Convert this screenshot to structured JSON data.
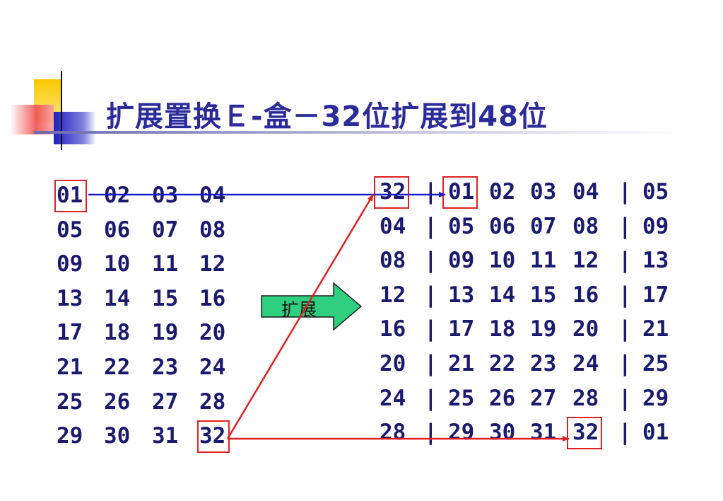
{
  "title": "扩展置换Ｅ-盒－32位扩展到48位",
  "expand_label": "扩展",
  "separator": "|",
  "left_rows": [
    [
      "01",
      "02",
      "03",
      "04"
    ],
    [
      "05",
      "06",
      "07",
      "08"
    ],
    [
      "09",
      "10",
      "11",
      "12"
    ],
    [
      "13",
      "14",
      "15",
      "16"
    ],
    [
      "17",
      "18",
      "19",
      "20"
    ],
    [
      "21",
      "22",
      "23",
      "24"
    ],
    [
      "25",
      "26",
      "27",
      "28"
    ],
    [
      "29",
      "30",
      "31",
      "32"
    ]
  ],
  "right_rows": [
    [
      "32",
      "01",
      "02",
      "03",
      "04",
      "05"
    ],
    [
      "04",
      "05",
      "06",
      "07",
      "08",
      "09"
    ],
    [
      "08",
      "09",
      "10",
      "11",
      "12",
      "13"
    ],
    [
      "12",
      "13",
      "14",
      "15",
      "16",
      "17"
    ],
    [
      "16",
      "17",
      "18",
      "19",
      "20",
      "21"
    ],
    [
      "20",
      "21",
      "22",
      "23",
      "24",
      "25"
    ],
    [
      "24",
      "25",
      "26",
      "27",
      "28",
      "29"
    ],
    [
      "28",
      "29",
      "30",
      "31",
      "32",
      "01"
    ]
  ],
  "colors": {
    "title": "#2b2b9a",
    "grid_text": "#1a1a6e",
    "highlight_box": "#e02020",
    "blue_arrow": "#1a1acc",
    "red_arrow": "#e02020",
    "expand_arrow_fill": "#2ecf7e"
  }
}
